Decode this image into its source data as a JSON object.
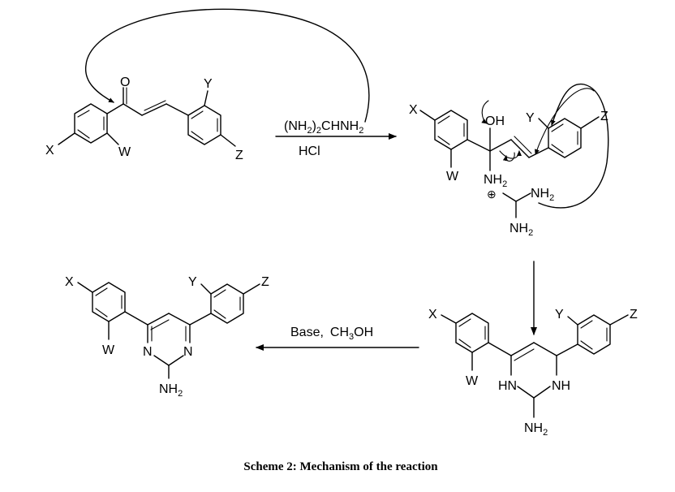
{
  "labels": {
    "X": "X",
    "Y": "Y",
    "Z": "Z",
    "W": "W",
    "O": "O",
    "OH": "OH",
    "NH2": "NH",
    "sub2": "2",
    "N": "N",
    "HN": "HN",
    "NH": "NH",
    "plus": "⊕"
  },
  "reagents": {
    "guanidine_pre": "(NH",
    "guanidine_sub": "2",
    "guanidine_post": ")",
    "guanidine_sub2": "2",
    "guanidine_tail": "CHNH",
    "guanidine_sub3": "2",
    "acid": "HCl",
    "base": "Base,",
    "solvent_pre": "CH",
    "solvent_sub": "3",
    "solvent_post": "OH"
  },
  "caption": "Scheme 2: Mechanism of the reaction",
  "colors": {
    "ink": "#000000",
    "background": "#ffffff"
  }
}
